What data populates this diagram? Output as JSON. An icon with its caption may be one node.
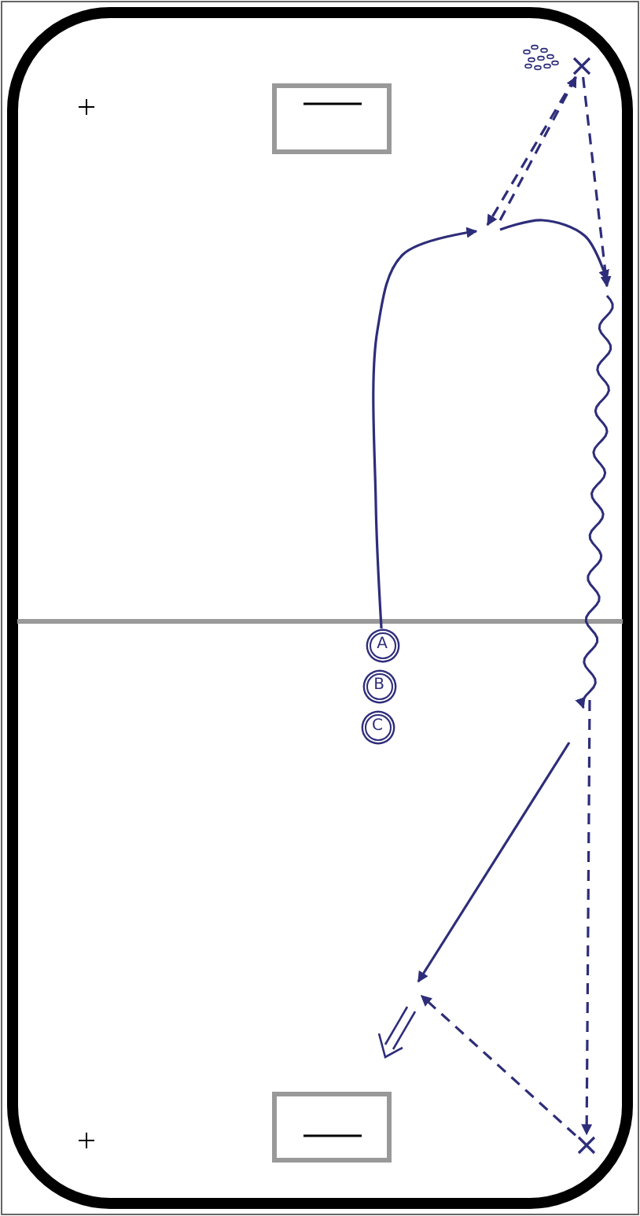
{
  "diagram": {
    "nodes": [
      {
        "text": [
          "A"
        ]
      },
      {
        "text": [
          "B"
        ]
      },
      {
        "text": [
          "C"
        ]
      },
      {
        "text": [],
        "shape": "cross"
      },
      {
        "text": [],
        "shape": "cross"
      }
    ],
    "edges": [
      {
        "from": 0,
        "to": null,
        "arrow": "to"
      },
      {
        "from": 3,
        "to": null,
        "arrow": "to",
        "style": "dashed"
      },
      {
        "from": null,
        "to": 3,
        "arrow": "to",
        "style": "dashed"
      },
      {
        "from": 3,
        "to": null,
        "arrow": "to",
        "style": "dashed"
      },
      {
        "from": null,
        "to": 4,
        "arrow": "to",
        "style": "dashed"
      },
      {
        "from": 4,
        "to": null,
        "arrow": "to",
        "style": "dashed"
      }
    ]
  }
}
